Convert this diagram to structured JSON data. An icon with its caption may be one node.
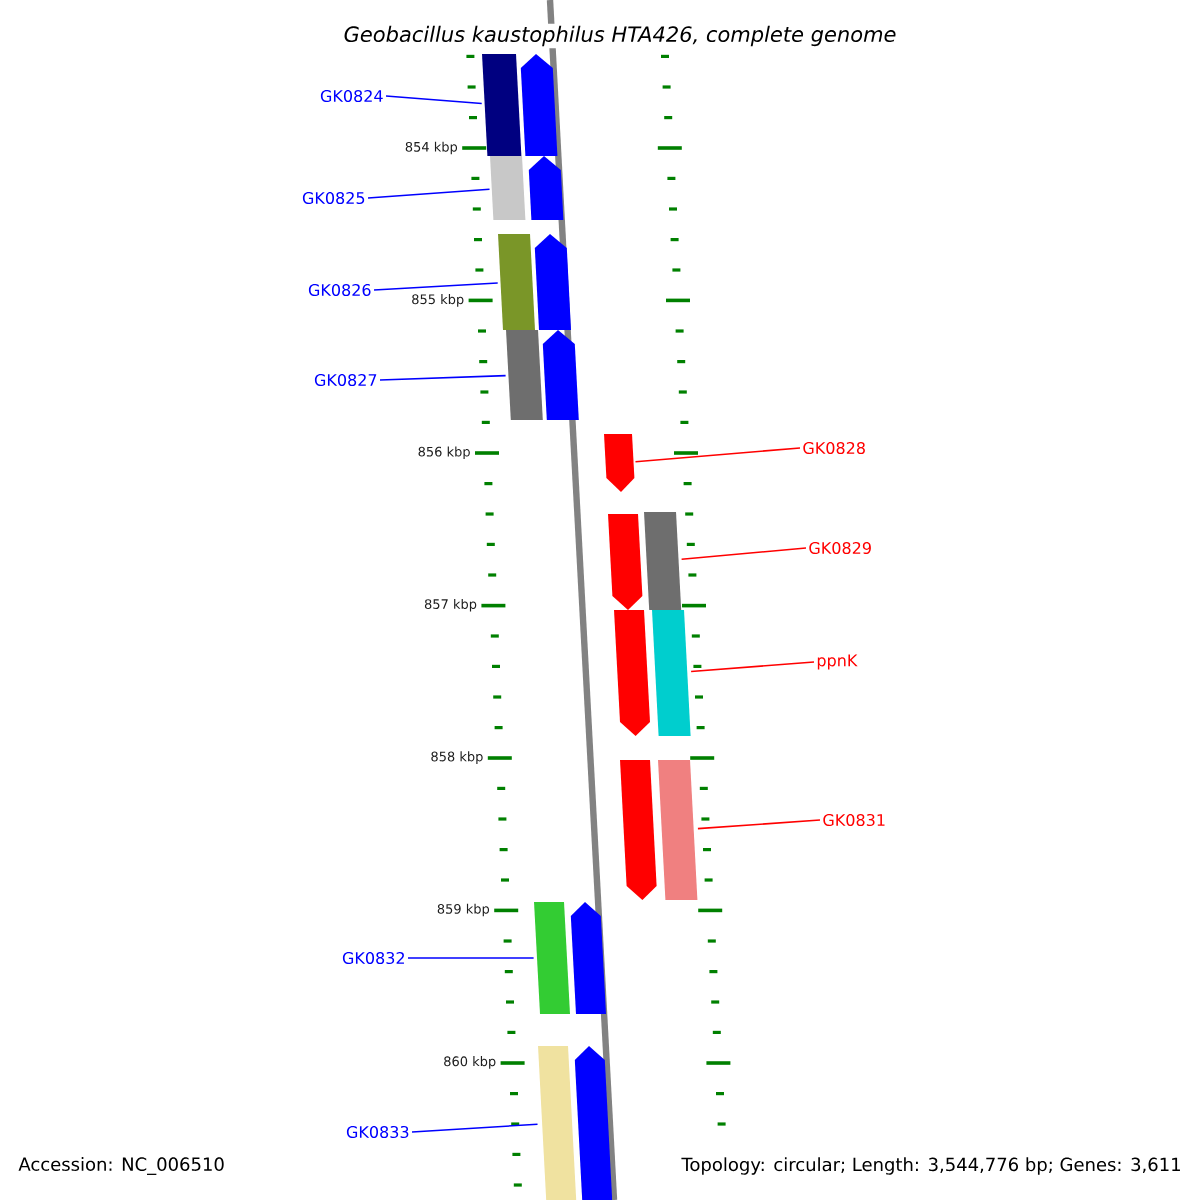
{
  "diagram": {
    "title": "Geobacillus kaustophilus HTA426, complete genome",
    "nodes": [
      {
        "text": [
          "GK0824"
        ]
      },
      {
        "text": [
          "GK0825"
        ]
      },
      {
        "text": [
          "GK0826"
        ]
      },
      {
        "text": [
          "GK0827"
        ]
      },
      {
        "text": [
          "GK0828"
        ]
      },
      {
        "text": [
          "GK0829"
        ]
      },
      {
        "text": [
          "ppnK"
        ]
      },
      {
        "text": [
          "GK0831"
        ]
      },
      {
        "text": [
          "GK0832"
        ]
      },
      {
        "text": [
          "GK0833"
        ]
      },
      {
        "text": [],
        "shape": "box"
      },
      {
        "text": [],
        "shape": "box"
      },
      {
        "text": [],
        "shape": "box"
      },
      {
        "text": [],
        "shape": "box"
      },
      {
        "text": [],
        "shape": "box"
      },
      {
        "text": [],
        "shape": "box"
      },
      {
        "text": [],
        "shape": "box"
      },
      {
        "text": [],
        "shape": "box"
      },
      {
        "text": [],
        "shape": "box"
      },
      {
        "text": [],
        "shape": "pentagon"
      },
      {
        "text": [],
        "shape": "pentagon"
      },
      {
        "text": [],
        "shape": "pentagon"
      },
      {
        "text": [],
        "shape": "pentagon"
      },
      {
        "text": [],
        "shape": "pentagon"
      },
      {
        "text": [],
        "shape": "pentagon"
      },
      {
        "text": [],
        "shape": "pentagon"
      },
      {
        "text": [],
        "shape": "pentagon"
      },
      {
        "text": [],
        "shape": "pentagon"
      },
      {
        "text": [],
        "shape": "pentagon"
      }
    ],
    "edges": [
      {
        "from": 0,
        "to": 10,
        "arrow": "none"
      },
      {
        "from": 1,
        "to": 11,
        "arrow": "none"
      },
      {
        "from": 2,
        "to": 12,
        "arrow": "none"
      },
      {
        "from": 3,
        "to": 13,
        "arrow": "none"
      },
      {
        "from": 4,
        "to": 23,
        "arrow": "none",
        "color": "#ff0000"
      },
      {
        "from": 5,
        "to": 14,
        "arrow": "none",
        "color": "#ff0000"
      },
      {
        "from": 6,
        "to": 15,
        "arrow": "none",
        "color": "#ff0000"
      },
      {
        "from": 7,
        "to": 16,
        "arrow": "none",
        "color": "#ff0000"
      },
      {
        "from": 8,
        "to": 17,
        "arrow": "none"
      },
      {
        "from": 9,
        "to": 18,
        "arrow": "none"
      }
    ],
    "labels": [
      "854 kbp",
      "855 kbp",
      "856 kbp",
      "857 kbp",
      "858 kbp",
      "859 kbp",
      "860 kbp",
      "Accession: NC_006510",
      "Topology: circular; Length: 3,544,776 bp; Genes: 3,611"
    ]
  }
}
